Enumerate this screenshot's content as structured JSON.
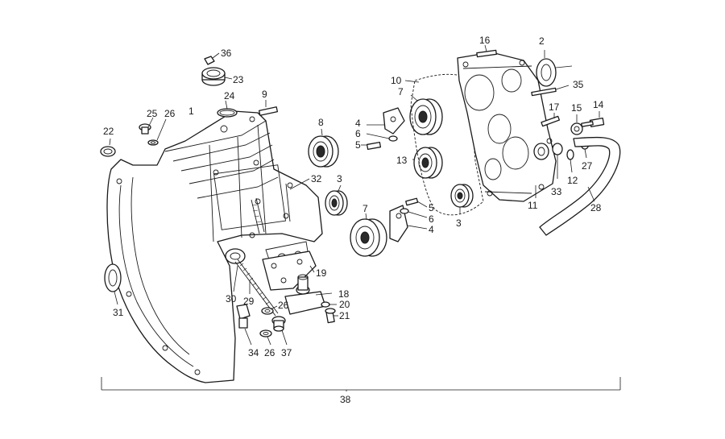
{
  "diagram": {
    "callouts": [
      {
        "id": "c1",
        "label": "1"
      },
      {
        "id": "c2",
        "label": "2"
      },
      {
        "id": "c3a",
        "label": "3"
      },
      {
        "id": "c3b",
        "label": "3"
      },
      {
        "id": "c4a",
        "label": "4"
      },
      {
        "id": "c4b",
        "label": "4"
      },
      {
        "id": "c5a",
        "label": "5"
      },
      {
        "id": "c5b",
        "label": "5"
      },
      {
        "id": "c6a",
        "label": "6"
      },
      {
        "id": "c6b",
        "label": "6"
      },
      {
        "id": "c7a",
        "label": "7"
      },
      {
        "id": "c7b",
        "label": "7"
      },
      {
        "id": "c8",
        "label": "8"
      },
      {
        "id": "c9",
        "label": "9"
      },
      {
        "id": "c10",
        "label": "10"
      },
      {
        "id": "c11",
        "label": "11"
      },
      {
        "id": "c12",
        "label": "12"
      },
      {
        "id": "c13",
        "label": "13"
      },
      {
        "id": "c14",
        "label": "14"
      },
      {
        "id": "c15",
        "label": "15"
      },
      {
        "id": "c16",
        "label": "16"
      },
      {
        "id": "c17",
        "label": "17"
      },
      {
        "id": "c18",
        "label": "18"
      },
      {
        "id": "c19",
        "label": "19"
      },
      {
        "id": "c20",
        "label": "20"
      },
      {
        "id": "c21",
        "label": "21"
      },
      {
        "id": "c22",
        "label": "22"
      },
      {
        "id": "c23",
        "label": "23"
      },
      {
        "id": "c24",
        "label": "24"
      },
      {
        "id": "c25",
        "label": "25"
      },
      {
        "id": "c26a",
        "label": "26"
      },
      {
        "id": "c26b",
        "label": "26"
      },
      {
        "id": "c26c",
        "label": "26"
      },
      {
        "id": "c27",
        "label": "27"
      },
      {
        "id": "c28",
        "label": "28"
      },
      {
        "id": "c29",
        "label": "29"
      },
      {
        "id": "c30",
        "label": "30"
      },
      {
        "id": "c31",
        "label": "31"
      },
      {
        "id": "c32",
        "label": "32"
      },
      {
        "id": "c33",
        "label": "33"
      },
      {
        "id": "c34",
        "label": "34"
      },
      {
        "id": "c35",
        "label": "35"
      },
      {
        "id": "c36",
        "label": "36"
      },
      {
        "id": "c37",
        "label": "37"
      },
      {
        "id": "c38",
        "label": "38"
      }
    ]
  }
}
